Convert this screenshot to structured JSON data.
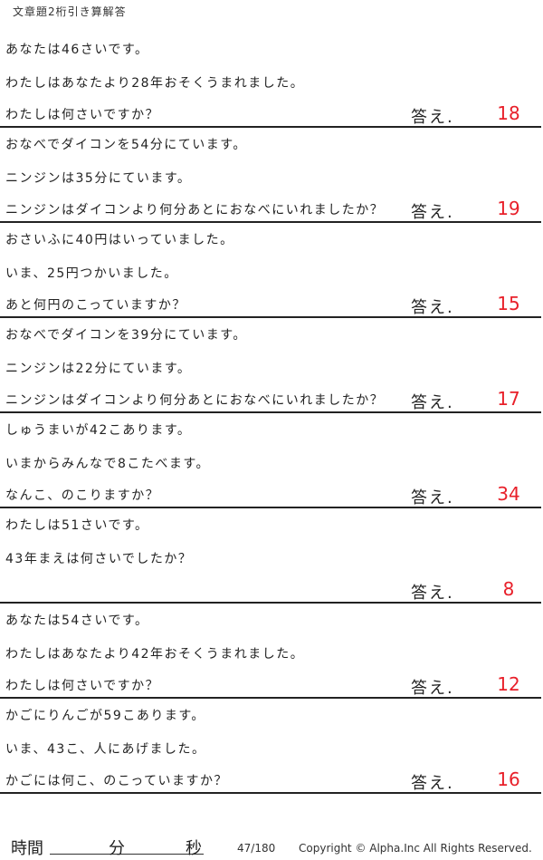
{
  "title": "文章題2桁引き算解答",
  "answer_label": "答え.",
  "answer_color": "#e8202a",
  "problems": [
    {
      "lines": [
        "あなたは46さいです。",
        "わたしはあなたより28年おそくうまれました。",
        "わたしは何さいですか？"
      ],
      "answer": "18"
    },
    {
      "lines": [
        "おなべでダイコンを54分にています。",
        "ニンジンは35分にています。",
        "ニンジンはダイコンより何分あとにおなべにいれましたか？"
      ],
      "answer": "19"
    },
    {
      "lines": [
        "おさいふに40円はいっていました。",
        "いま、25円つかいました。",
        "あと何円のこっていますか？"
      ],
      "answer": "15"
    },
    {
      "lines": [
        "おなべでダイコンを39分にています。",
        "ニンジンは22分にています。",
        "ニンジンはダイコンより何分あとにおなべにいれましたか？"
      ],
      "answer": "17"
    },
    {
      "lines": [
        "しゅうまいが42こあります。",
        "いまからみんなで8こたべます。",
        "なんこ、のこりますか？"
      ],
      "answer": "34"
    },
    {
      "lines": [
        "わたしは51さいです。",
        "43年まえは何さいでしたか？",
        ""
      ],
      "answer": "8"
    },
    {
      "lines": [
        "あなたは54さいです。",
        "わたしはあなたより42年おそくうまれました。",
        "わたしは何さいですか？"
      ],
      "answer": "12"
    },
    {
      "lines": [
        "かごにりんごが59こあります。",
        "いま、43こ、人にあげました。",
        "かごには何こ、のこっていますか？"
      ],
      "answer": "16"
    }
  ],
  "footer": {
    "time_label": "時間",
    "minutes_label": "分",
    "seconds_label": "秒",
    "page": "47/180",
    "copyright": "Copyright ©  Alpha.Inc All Rights Reserved."
  }
}
